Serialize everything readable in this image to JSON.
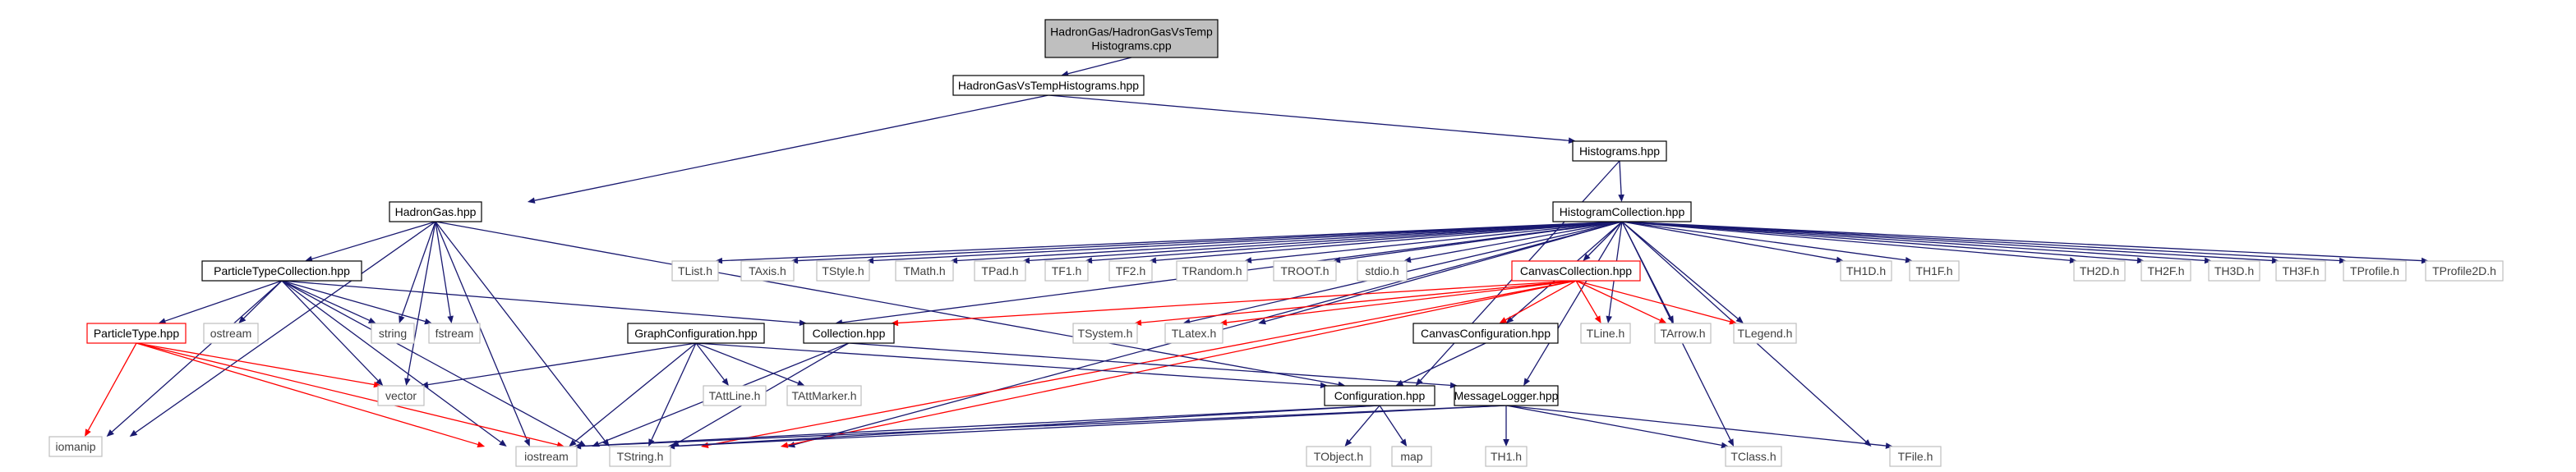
{
  "graph": {
    "colors": {
      "edge": "#191970",
      "edge_truncated": "#ff0000",
      "main_fill": "#bfbfbf",
      "external_border": "#bfbfbf",
      "truncated_border": "#ff0000"
    },
    "nodes": [
      {
        "id": "main",
        "lines": [
          "HadronGas/HadronGasVsTemp",
          "Histograms.cpp"
        ],
        "kind": "main"
      },
      {
        "id": "hgvth",
        "lines": [
          "HadronGasVsTempHistograms.hpp"
        ],
        "kind": "header"
      },
      {
        "id": "hadrongas",
        "lines": [
          "HadronGas.hpp"
        ],
        "kind": "header"
      },
      {
        "id": "histograms",
        "lines": [
          "Histograms.hpp"
        ],
        "kind": "header"
      },
      {
        "id": "histcoll",
        "lines": [
          "HistogramCollection.hpp"
        ],
        "kind": "header"
      },
      {
        "id": "ptc",
        "lines": [
          "ParticleTypeCollection.hpp"
        ],
        "kind": "header"
      },
      {
        "id": "pt",
        "lines": [
          "ParticleType.hpp"
        ],
        "kind": "truncated"
      },
      {
        "id": "ostream",
        "lines": [
          "ostream"
        ],
        "kind": "external"
      },
      {
        "id": "string",
        "lines": [
          "string"
        ],
        "kind": "external"
      },
      {
        "id": "fstream",
        "lines": [
          "fstream"
        ],
        "kind": "external"
      },
      {
        "id": "iomanip",
        "lines": [
          "iomanip"
        ],
        "kind": "external"
      },
      {
        "id": "vector",
        "lines": [
          "vector"
        ],
        "kind": "external"
      },
      {
        "id": "iostream",
        "lines": [
          "iostream"
        ],
        "kind": "external"
      },
      {
        "id": "tstring",
        "lines": [
          "TString.h"
        ],
        "kind": "external"
      },
      {
        "id": "tlist",
        "lines": [
          "TList.h"
        ],
        "kind": "external"
      },
      {
        "id": "taxis",
        "lines": [
          "TAxis.h"
        ],
        "kind": "external"
      },
      {
        "id": "tstyle",
        "lines": [
          "TStyle.h"
        ],
        "kind": "external"
      },
      {
        "id": "tmath",
        "lines": [
          "TMath.h"
        ],
        "kind": "external"
      },
      {
        "id": "tpad",
        "lines": [
          "TPad.h"
        ],
        "kind": "external"
      },
      {
        "id": "tf1",
        "lines": [
          "TF1.h"
        ],
        "kind": "external"
      },
      {
        "id": "tf2",
        "lines": [
          "TF2.h"
        ],
        "kind": "external"
      },
      {
        "id": "trandom",
        "lines": [
          "TRandom.h"
        ],
        "kind": "external"
      },
      {
        "id": "troot",
        "lines": [
          "TROOT.h"
        ],
        "kind": "external"
      },
      {
        "id": "stdio",
        "lines": [
          "stdio.h"
        ],
        "kind": "external"
      },
      {
        "id": "canvcoll",
        "lines": [
          "CanvasCollection.hpp"
        ],
        "kind": "truncated"
      },
      {
        "id": "th1d",
        "lines": [
          "TH1D.h"
        ],
        "kind": "external"
      },
      {
        "id": "th1f",
        "lines": [
          "TH1F.h"
        ],
        "kind": "external"
      },
      {
        "id": "th2d",
        "lines": [
          "TH2D.h"
        ],
        "kind": "external"
      },
      {
        "id": "th2f",
        "lines": [
          "TH2F.h"
        ],
        "kind": "external"
      },
      {
        "id": "th3d",
        "lines": [
          "TH3D.h"
        ],
        "kind": "external"
      },
      {
        "id": "th3f",
        "lines": [
          "TH3F.h"
        ],
        "kind": "external"
      },
      {
        "id": "tprofile",
        "lines": [
          "TProfile.h"
        ],
        "kind": "external"
      },
      {
        "id": "tprofile2d",
        "lines": [
          "TProfile2D.h"
        ],
        "kind": "external"
      },
      {
        "id": "graphconf",
        "lines": [
          "GraphConfiguration.hpp"
        ],
        "kind": "header"
      },
      {
        "id": "collection",
        "lines": [
          "Collection.hpp"
        ],
        "kind": "header"
      },
      {
        "id": "tsystem",
        "lines": [
          "TSystem.h"
        ],
        "kind": "external"
      },
      {
        "id": "tlatex",
        "lines": [
          "TLatex.h"
        ],
        "kind": "external"
      },
      {
        "id": "canvconf",
        "lines": [
          "CanvasConfiguration.hpp"
        ],
        "kind": "header"
      },
      {
        "id": "tline",
        "lines": [
          "TLine.h"
        ],
        "kind": "external"
      },
      {
        "id": "tarrow",
        "lines": [
          "TArrow.h"
        ],
        "kind": "external"
      },
      {
        "id": "tlegend",
        "lines": [
          "TLegend.h"
        ],
        "kind": "external"
      },
      {
        "id": "tattline",
        "lines": [
          "TAttLine.h"
        ],
        "kind": "external"
      },
      {
        "id": "tattmarker",
        "lines": [
          "TAttMarker.h"
        ],
        "kind": "external"
      },
      {
        "id": "config",
        "lines": [
          "Configuration.hpp"
        ],
        "kind": "header"
      },
      {
        "id": "msglogger",
        "lines": [
          "MessageLogger.hpp"
        ],
        "kind": "header"
      },
      {
        "id": "tobject",
        "lines": [
          "TObject.h"
        ],
        "kind": "external"
      },
      {
        "id": "map",
        "lines": [
          "map"
        ],
        "kind": "external"
      },
      {
        "id": "th1",
        "lines": [
          "TH1.h"
        ],
        "kind": "external"
      },
      {
        "id": "tclass",
        "lines": [
          "TClass.h"
        ],
        "kind": "external"
      },
      {
        "id": "tfile",
        "lines": [
          "TFile.h"
        ],
        "kind": "external"
      }
    ],
    "edges": [
      [
        "main",
        "hgvth"
      ],
      [
        "hgvth",
        "hadrongas"
      ],
      [
        "hgvth",
        "histograms"
      ],
      [
        "histograms",
        "histcoll"
      ],
      [
        "histograms",
        "config"
      ],
      [
        "hadrongas",
        "ptc"
      ],
      [
        "hadrongas",
        "string"
      ],
      [
        "hadrongas",
        "fstream"
      ],
      [
        "hadrongas",
        "iomanip"
      ],
      [
        "hadrongas",
        "vector"
      ],
      [
        "hadrongas",
        "iostream"
      ],
      [
        "hadrongas",
        "tstring"
      ],
      [
        "hadrongas",
        "msglogger"
      ],
      [
        "ptc",
        "pt"
      ],
      [
        "ptc",
        "ostream"
      ],
      [
        "ptc",
        "string"
      ],
      [
        "ptc",
        "fstream"
      ],
      [
        "ptc",
        "iomanip"
      ],
      [
        "ptc",
        "vector"
      ],
      [
        "ptc",
        "iostream"
      ],
      [
        "ptc",
        "tstring"
      ],
      [
        "ptc",
        "collection"
      ],
      [
        "pt",
        "iomanip"
      ],
      [
        "pt",
        "vector"
      ],
      [
        "pt",
        "iostream"
      ],
      [
        "pt",
        "tstring"
      ],
      [
        "histcoll",
        "tlist"
      ],
      [
        "histcoll",
        "taxis"
      ],
      [
        "histcoll",
        "tstyle"
      ],
      [
        "histcoll",
        "tmath"
      ],
      [
        "histcoll",
        "tpad"
      ],
      [
        "histcoll",
        "tf1"
      ],
      [
        "histcoll",
        "tf2"
      ],
      [
        "histcoll",
        "trandom"
      ],
      [
        "histcoll",
        "troot"
      ],
      [
        "histcoll",
        "stdio"
      ],
      [
        "histcoll",
        "canvcoll"
      ],
      [
        "histcoll",
        "th1d"
      ],
      [
        "histcoll",
        "th1f"
      ],
      [
        "histcoll",
        "th2d"
      ],
      [
        "histcoll",
        "th2f"
      ],
      [
        "histcoll",
        "th3d"
      ],
      [
        "histcoll",
        "th3f"
      ],
      [
        "histcoll",
        "tprofile"
      ],
      [
        "histcoll",
        "tprofile2d"
      ],
      [
        "histcoll",
        "graphconf"
      ],
      [
        "histcoll",
        "tstring"
      ],
      [
        "histcoll",
        "tsystem"
      ],
      [
        "histcoll",
        "tlatex"
      ],
      [
        "histcoll",
        "canvconf"
      ],
      [
        "histcoll",
        "tline"
      ],
      [
        "histcoll",
        "tarrow"
      ],
      [
        "histcoll",
        "tlegend"
      ],
      [
        "histcoll",
        "msglogger"
      ],
      [
        "histcoll",
        "tclass"
      ],
      [
        "histcoll",
        "tfile"
      ],
      [
        "canvcoll",
        "collection"
      ],
      [
        "canvcoll",
        "tsystem"
      ],
      [
        "canvcoll",
        "tlatex"
      ],
      [
        "canvcoll",
        "canvconf"
      ],
      [
        "canvcoll",
        "tline"
      ],
      [
        "canvcoll",
        "tarrow"
      ],
      [
        "canvcoll",
        "tlegend"
      ],
      [
        "canvcoll",
        "iostream"
      ],
      [
        "canvcoll",
        "tstring"
      ],
      [
        "graphconf",
        "vector"
      ],
      [
        "graphconf",
        "tattline"
      ],
      [
        "graphconf",
        "tattmarker"
      ],
      [
        "graphconf",
        "config"
      ],
      [
        "graphconf",
        "iostream"
      ],
      [
        "graphconf",
        "tstring"
      ],
      [
        "collection",
        "iostream"
      ],
      [
        "collection",
        "tstring"
      ],
      [
        "collection",
        "msglogger"
      ],
      [
        "canvconf",
        "config"
      ],
      [
        "config",
        "tobject"
      ],
      [
        "config",
        "map"
      ],
      [
        "config",
        "iostream"
      ],
      [
        "config",
        "tstring"
      ],
      [
        "msglogger",
        "th1"
      ],
      [
        "msglogger",
        "tclass"
      ],
      [
        "msglogger",
        "tfile"
      ],
      [
        "msglogger",
        "iostream"
      ],
      [
        "msglogger",
        "tstring"
      ]
    ]
  }
}
